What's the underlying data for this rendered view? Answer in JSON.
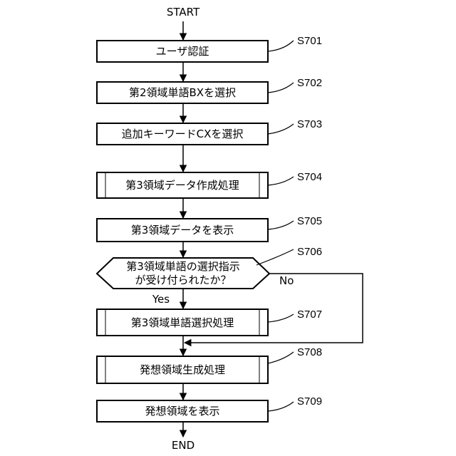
{
  "start_label": "START",
  "end_label": "END",
  "steps": [
    {
      "id": "S701",
      "label": "ユーザ認証"
    },
    {
      "id": "S702",
      "label": "第2領域単語BXを選択"
    },
    {
      "id": "S703",
      "label": "追加キーワードCXを選択"
    },
    {
      "id": "S704",
      "label": "第3領域データ作成処理"
    },
    {
      "id": "S705",
      "label": "第3領域データを表示"
    },
    {
      "id": "S706",
      "label_line1": "第3領域単語の選択指示",
      "label_line2": "が受け付られたか？"
    },
    {
      "id": "S707",
      "label": "第3領域単語選択処理"
    },
    {
      "id": "S708",
      "label": "発想領域生成処理"
    },
    {
      "id": "S709",
      "label": "発想領域を表示"
    }
  ],
  "branch": {
    "yes_label": "Yes",
    "no_label": "No"
  }
}
